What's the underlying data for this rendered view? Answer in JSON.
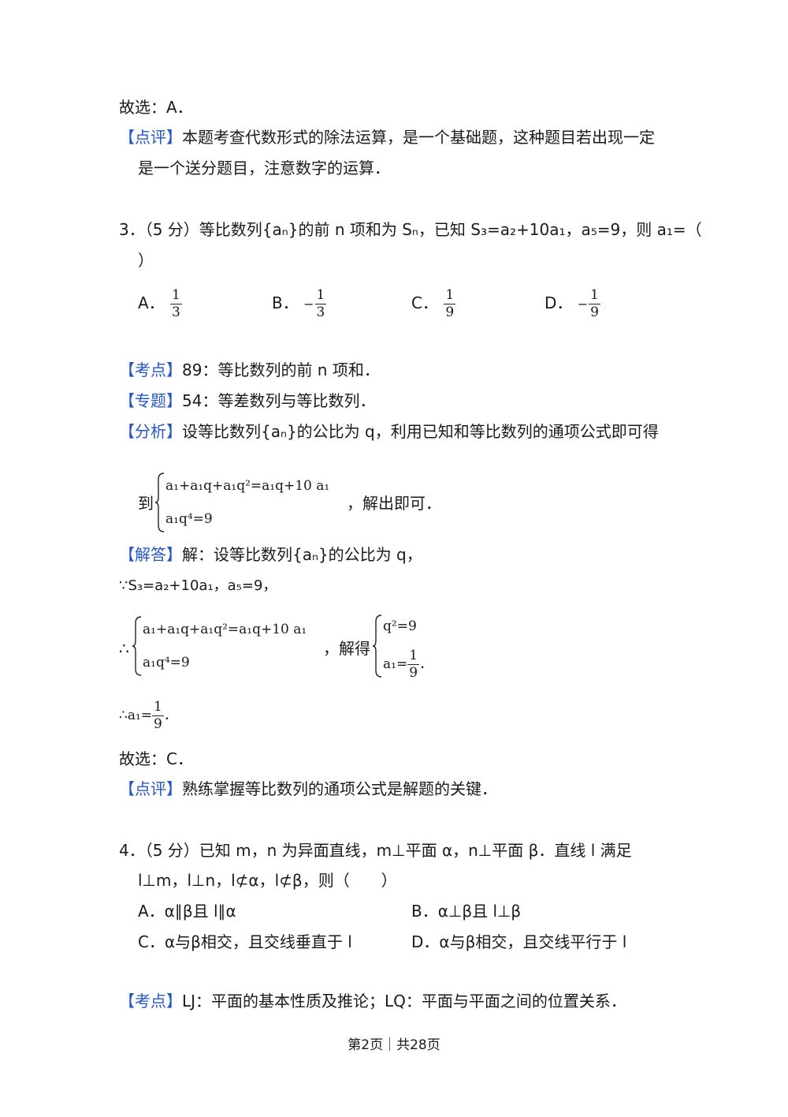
{
  "q2_tail": {
    "choice": "故选：A．",
    "review_tag": "【点评】",
    "review_1": "本题考查代数形式的除法运算，是一个基础题，这种题目若出现一定",
    "review_2": "是一个送分题目，注意数字的运算．"
  },
  "q3": {
    "stem_1": "3．（5 分）等比数列{aₙ}的前 n 项和为 Sₙ，已知 S₃=a₂+10a₁，a₅=9，则 a₁=（",
    "stem_2": "）",
    "options": [
      {
        "label": "A．",
        "sign": "",
        "num": "1",
        "den": "3"
      },
      {
        "label": "B．",
        "sign": "−",
        "num": "1",
        "den": "3"
      },
      {
        "label": "C．",
        "sign": "",
        "num": "1",
        "den": "9"
      },
      {
        "label": "D．",
        "sign": "−",
        "num": "1",
        "den": "9"
      }
    ],
    "kaodian_tag": "【考点】",
    "kaodian": "89：等比数列的前 n 项和．",
    "zhuanti_tag": "【专题】",
    "zhuanti": "54：等差数列与等比数列．",
    "fenxi_tag": "【分析】",
    "fenxi_1": "设等比数列{aₙ}的公比为 q，利用已知和等比数列的通项公式即可得",
    "fenxi_2_prefix": "到",
    "sys_eq1": "a₁+a₁q+a₁q²=a₁q+10 a₁",
    "sys_eq2": "a₁q⁴=9",
    "fenxi_2_suffix": "，解出即可．",
    "jieda_tag": "【解答】",
    "jieda_1": "解：设等比数列{aₙ}的公比为 q，",
    "because": "∵S₃=a₂+10a₁，a₅=9，",
    "therefore": "∴",
    "solve_word": "，解得",
    "res_eq1": "q²=9",
    "res_eq2_lhs": "a₁=",
    "res_num": "1",
    "res_den": "9",
    "res_end": "．",
    "final_lhs": "∴a₁=",
    "final_num": "1",
    "final_den": "9",
    "final_end": "．",
    "choice": "故选：C．",
    "review_tag": "【点评】",
    "review": "熟练掌握等比数列的通项公式是解题的关键．"
  },
  "q4": {
    "stem_1": "4．（5 分）已知 m，n 为异面直线，m⊥平面 α，n⊥平面 β．直线 l 满足",
    "stem_2": "l⊥m，l⊥n，l⊄α，l⊄β，则（　　）",
    "option_a": "A．α∥β且 l∥α",
    "option_b": "B．α⊥β且 l⊥β",
    "option_c": "C．α与β相交，且交线垂直于 l",
    "option_d": "D．α与β相交，且交线平行于 l",
    "kaodian_tag": "【考点】",
    "kaodian": "LJ：平面的基本性质及推论；LQ：平面与平面之间的位置关系．"
  },
  "footer": {
    "page": "第2页｜共28页"
  }
}
